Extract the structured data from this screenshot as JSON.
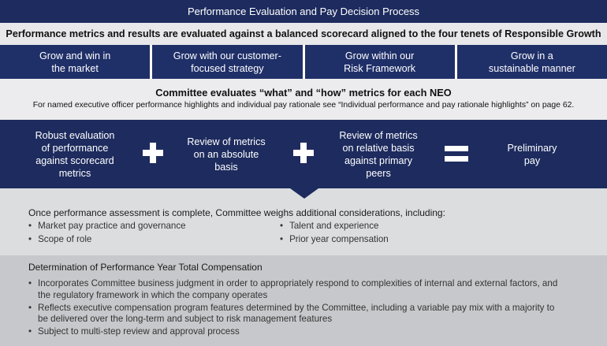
{
  "title": "Performance Evaluation and Pay Decision Process",
  "subtitle": "Performance metrics and results are evaluated against a balanced scorecard aligned to the four tenets of Responsible Growth",
  "tenets": [
    "Grow and win in\nthe market",
    "Grow with our customer-\nfocused strategy",
    "Grow within our\nRisk Framework",
    "Grow in a\nsustainable manner"
  ],
  "committee": {
    "heading": "Committee evaluates “what” and “how” metrics for each NEO",
    "note": "For named executive officer performance highlights and individual pay rationale see “Individual performance and pay rationale highlights” on page 62."
  },
  "evaluation": {
    "items": [
      "Robust evaluation\nof performance\nagainst scorecard\nmetrics",
      "Review of metrics\non an absolute\nbasis",
      "Review of metrics\non relative basis\nagainst primary\npeers",
      "Preliminary\npay"
    ],
    "plus_icon": "plus-icon",
    "equals_icon": "equals-icon"
  },
  "considerations": {
    "intro": "Once performance assessment is complete, Committee weighs additional considerations, including:",
    "items": [
      "Market pay practice and governance",
      "Scope of role",
      "Talent and experience",
      "Prior year compensation"
    ]
  },
  "determination": {
    "title": "Determination of Performance Year Total Compensation",
    "items": [
      "Incorporates Committee business judgment in order to appropriately respond to complexities of internal and external factors, and the regulatory framework in which the company operates",
      "Reflects executive compensation program features determined by the Committee, including a variable pay mix with a majority to be delivered over the long-term and subject to risk management features",
      "Subject to multi-step review and approval process"
    ]
  },
  "colors": {
    "navy": "#1d2b5e",
    "tenet_blue": "#1f2f68",
    "light_gray": "#ececee",
    "mid_gray": "#dcdddf",
    "dark_gray": "#c7c8cb"
  }
}
